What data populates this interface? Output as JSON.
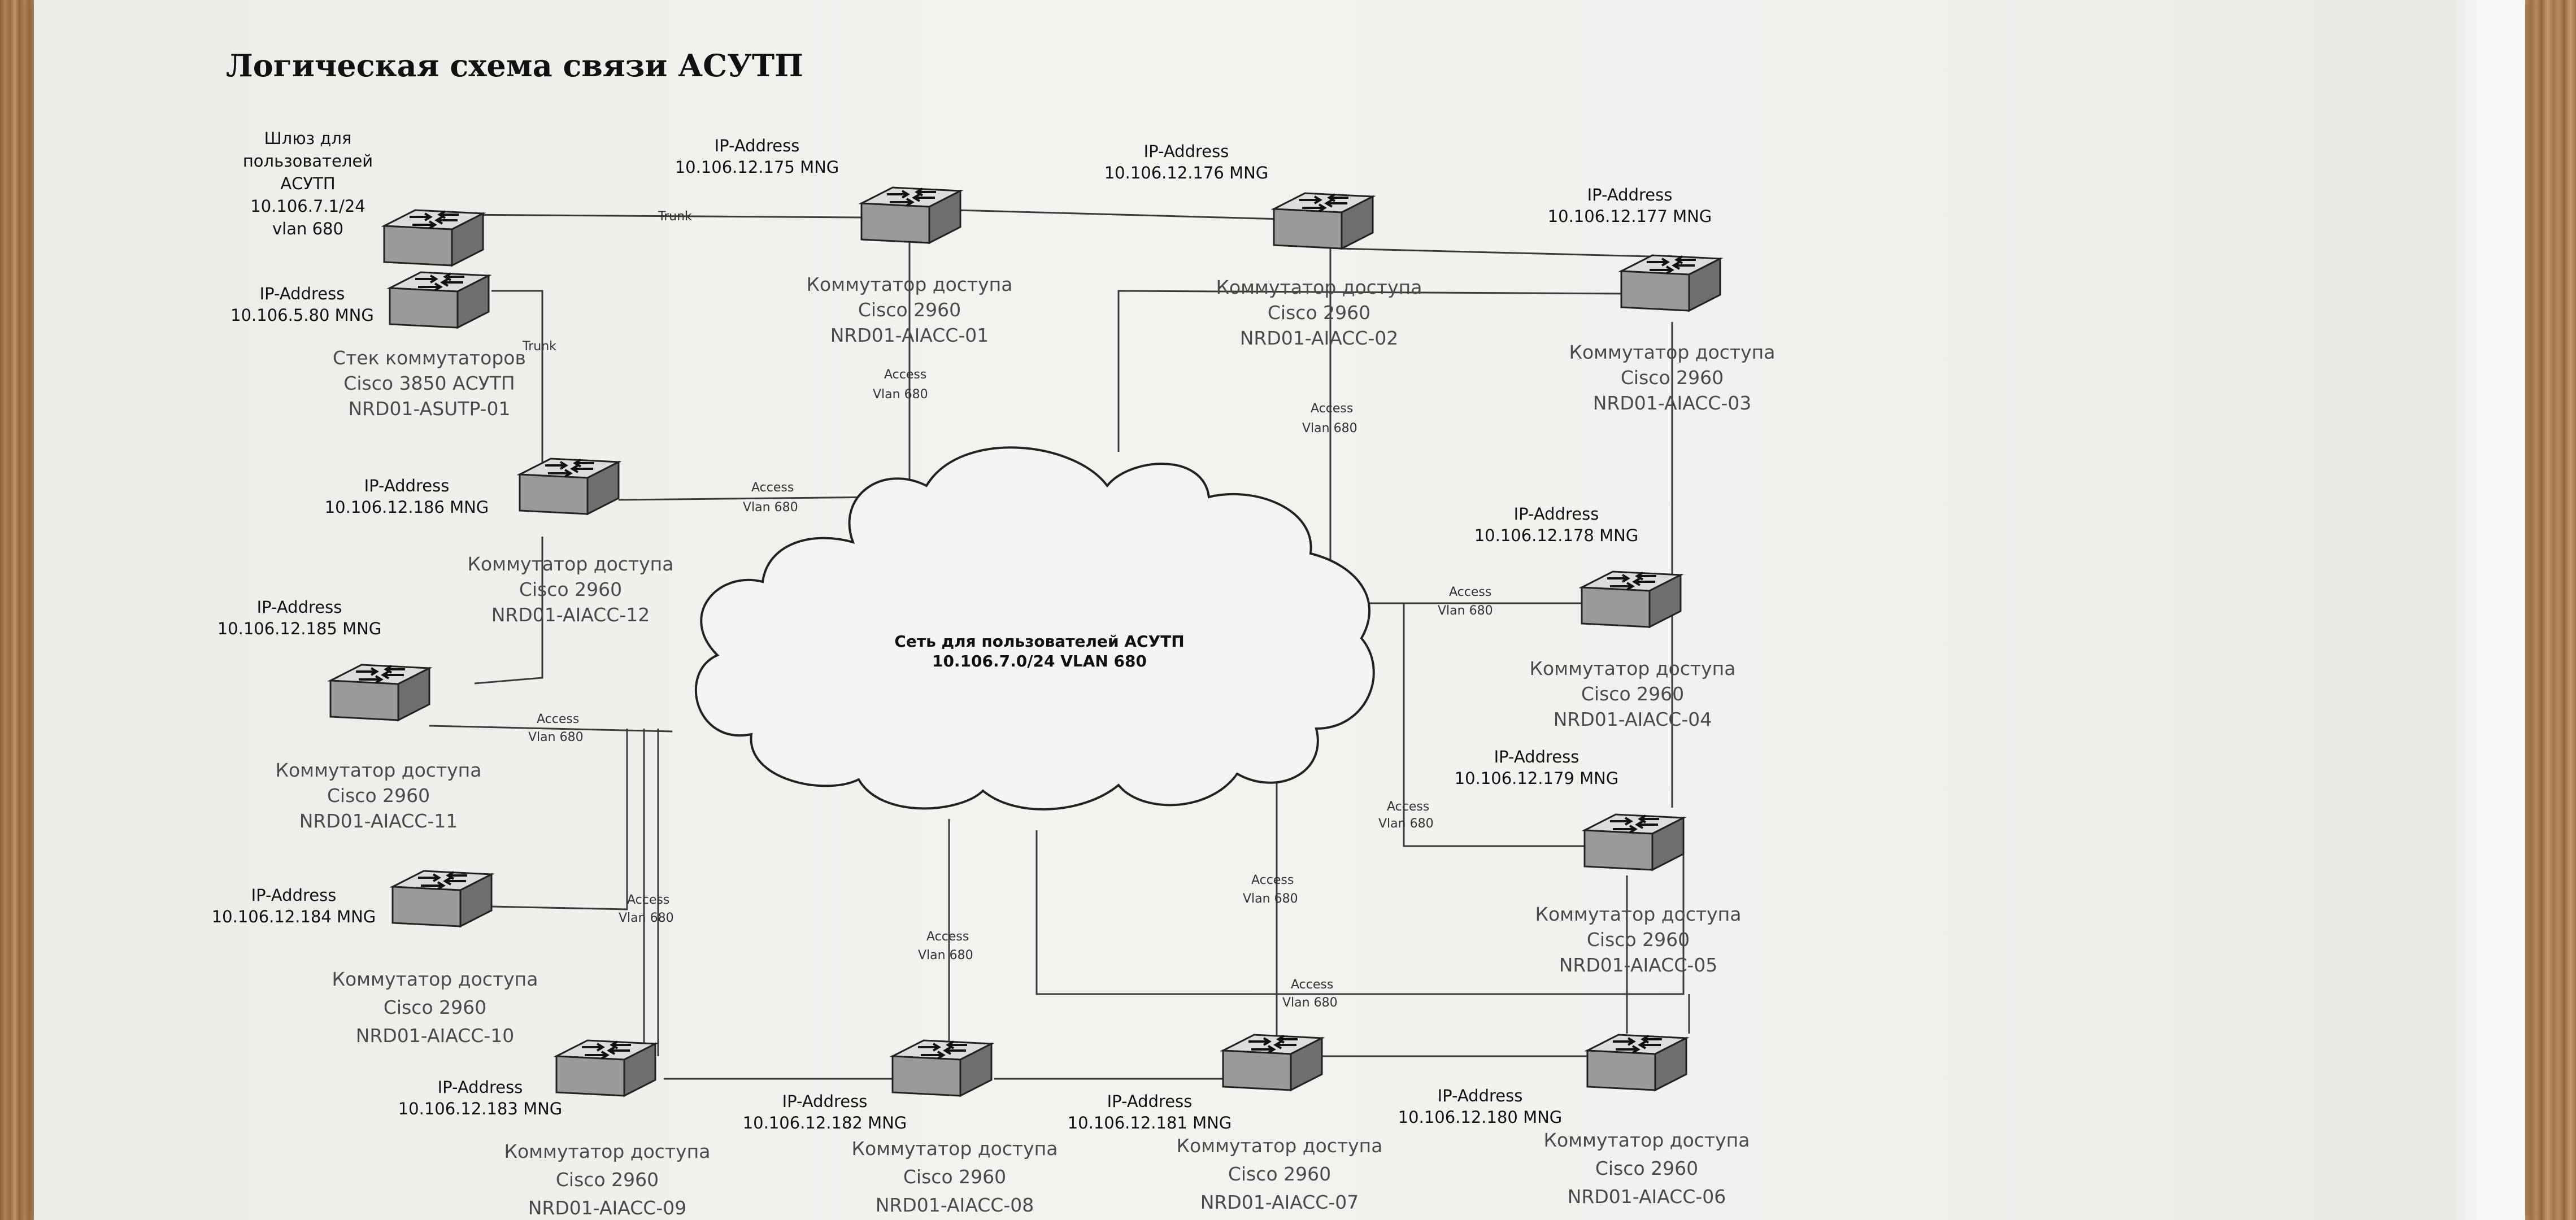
{
  "title": "Логическая схема связи АСУТП",
  "gateway": {
    "lines": [
      "Шлюз для",
      "пользователей",
      "АСУТП",
      "10.106.7.1/24",
      "vlan 680"
    ]
  },
  "cloud": {
    "line1": "Сеть для пользователей АСУТП",
    "line2": "10.106.7.0/24 VLAN 680"
  },
  "link_labels": {
    "trunk": "Trunk",
    "access": "Access",
    "vlan": "Vlan 680"
  },
  "devices": [
    {
      "id": "asutp01",
      "ip_header": "IP-Address",
      "ip": "10.106.5.80 MNG",
      "type": "Стек коммутаторов",
      "model": "Cisco 3850 АСУТП",
      "name": "NRD01-ASUTP-01"
    },
    {
      "id": "aiacc01",
      "ip_header": "IP-Address",
      "ip": "10.106.12.175 MNG",
      "type": "Коммутатор доступа",
      "model": "Cisco 2960",
      "name": "NRD01-AIACC-01"
    },
    {
      "id": "aiacc02",
      "ip_header": "IP-Address",
      "ip": "10.106.12.176 MNG",
      "type": "Коммутатор доступа",
      "model": "Cisco 2960",
      "name": "NRD01-AIACC-02"
    },
    {
      "id": "aiacc03",
      "ip_header": "IP-Address",
      "ip": "10.106.12.177 MNG",
      "type": "Коммутатор доступа",
      "model": "Cisco 2960",
      "name": "NRD01-AIACC-03"
    },
    {
      "id": "aiacc04",
      "ip_header": "IP-Address",
      "ip": "10.106.12.178 MNG",
      "type": "Коммутатор доступа",
      "model": "Cisco 2960",
      "name": "NRD01-AIACC-04"
    },
    {
      "id": "aiacc05",
      "ip_header": "IP-Address",
      "ip": "10.106.12.179 MNG",
      "type": "Коммутатор доступа",
      "model": "Cisco 2960",
      "name": "NRD01-AIACC-05"
    },
    {
      "id": "aiacc06",
      "ip_header": "IP-Address",
      "ip": "10.106.12.180 MNG",
      "type": "Коммутатор доступа",
      "model": "Cisco 2960",
      "name": "NRD01-AIACC-06"
    },
    {
      "id": "aiacc07",
      "ip_header": "IP-Address",
      "ip": "10.106.12.181 MNG",
      "type": "Коммутатор доступа",
      "model": "Cisco 2960",
      "name": "NRD01-AIACC-07"
    },
    {
      "id": "aiacc08",
      "ip_header": "IP-Address",
      "ip": "10.106.12.182 MNG",
      "type": "Коммутатор доступа",
      "model": "Cisco 2960",
      "name": "NRD01-AIACC-08"
    },
    {
      "id": "aiacc09",
      "ip_header": "IP-Address",
      "ip": "10.106.12.183 MNG",
      "type": "Коммутатор доступа",
      "model": "Cisco 2960",
      "name": "NRD01-AIACC-09"
    },
    {
      "id": "aiacc10",
      "ip_header": "IP-Address",
      "ip": "10.106.12.184 MNG",
      "type": "Коммутатор доступа",
      "model": "Cisco 2960",
      "name": "NRD01-AIACC-10"
    },
    {
      "id": "aiacc11",
      "ip_header": "IP-Address",
      "ip": "10.106.12.185 MNG",
      "type": "Коммутатор доступа",
      "model": "Cisco 2960",
      "name": "NRD01-AIACC-11"
    },
    {
      "id": "aiacc12",
      "ip_header": "IP-Address",
      "ip": "10.106.12.186 MNG",
      "type": "Коммутатор доступа",
      "model": "Cisco 2960",
      "name": "NRD01-AIACC-12"
    }
  ]
}
